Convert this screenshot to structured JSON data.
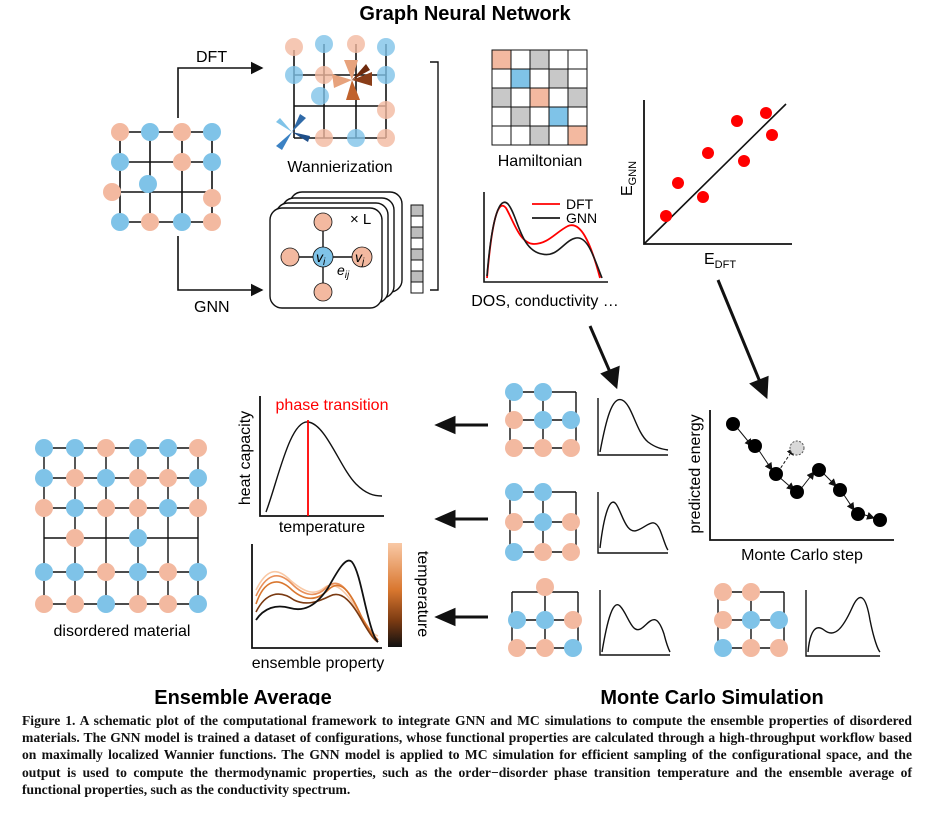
{
  "titles": {
    "gnn": "Graph Neural Network",
    "ensemble": "Ensemble Average",
    "mc": "Monte Carlo Simulation"
  },
  "labels": {
    "dft": "DFT",
    "gnn": "GNN",
    "wannierization": "Wannierization",
    "times_l": "× L",
    "node_vi": "v",
    "node_vi_sub": "i",
    "node_vj": "v",
    "node_vj_sub": "j",
    "edge": "e",
    "edge_sub": "ij",
    "hamiltonian": "Hamiltonian",
    "dos_caption": "DOS, conductivity …",
    "legend_dft": "DFT",
    "legend_gnn": "GNN",
    "parity_y": "E",
    "parity_y_sub": "GNN",
    "parity_x": "E",
    "parity_x_sub": "DFT",
    "phase_transition": "phase transition",
    "heat_capacity": "heat capacity",
    "temperature": "temperature",
    "colorbar_temperature": "temperature",
    "ensemble_property": "ensemble property",
    "disordered_material": "disordered material",
    "predicted_energy": "predicted energy",
    "monte_carlo_step": "Monte Carlo step"
  },
  "colors": {
    "blue": "#7fc3e8",
    "peach": "#f3b9a0",
    "red": "#ff0000",
    "grey": "#c8c8c8",
    "dark": "#1a1a1a"
  },
  "caption": {
    "lead": "Figure 1.",
    "text": "A schematic plot of the computational framework to integrate GNN and MC simulations to compute the ensemble properties of disordered materials. The GNN model is trained a dataset of configurations, whose functional properties are calculated through a high-throughput workflow based on maximally localized Wannier functions. The GNN model is applied to MC simulation for efficient sampling of the configurational space, and the output is used to compute the thermodynamic properties, such as the order−disorder phase transition temperature and the ensemble average of functional properties, such as the conductivity spectrum."
  }
}
